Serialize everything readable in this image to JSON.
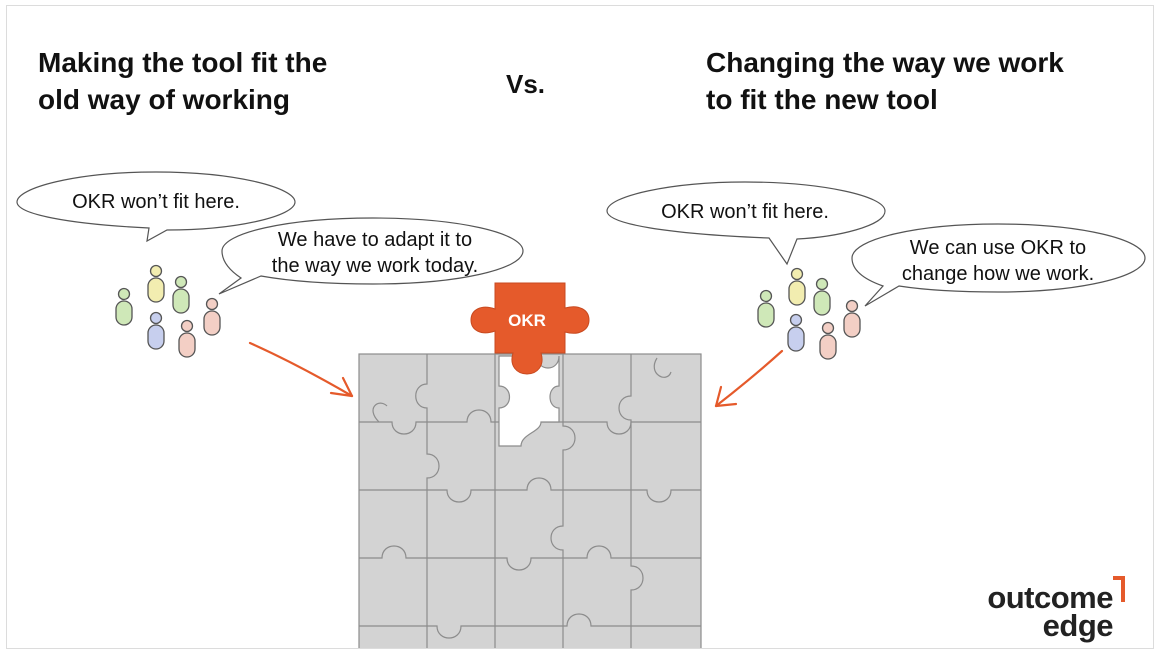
{
  "left_heading": "Making the tool fit the\nold way of working",
  "vs": "Vs.",
  "right_heading": "Changing the way we work\nto fit the new tool",
  "left_bubbles": {
    "first": "OKR won’t fit here.",
    "second_line1": "We have to adapt it to",
    "second_line2": "the way we work today."
  },
  "right_bubbles": {
    "first": "OKR won’t fit here.",
    "second_line1": "We can use OKR to",
    "second_line2": "change how we work."
  },
  "puzzle_piece_label": "OKR",
  "logo": {
    "line1": "outcome",
    "line2": "edge"
  },
  "colors": {
    "accent": "#e55a2b",
    "puzzle": "#d3d3d3",
    "puzzle_line": "#8c8c8c"
  },
  "icons": [
    "speech-bubble-icon",
    "people-group-icon",
    "puzzle-icon",
    "arrow-icon",
    "logo-bracket-icon"
  ]
}
